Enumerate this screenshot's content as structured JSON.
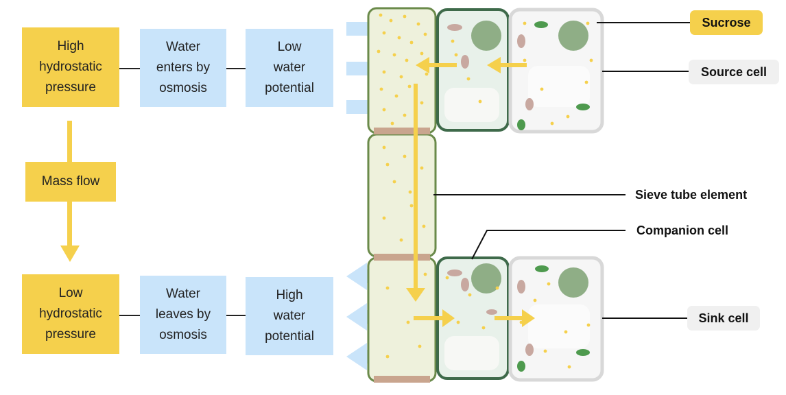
{
  "left": {
    "high_pressure": "High\nhydrostatic\npressure",
    "water_enters": "Water\nenters by\nosmosis",
    "low_potential": "Low\nwater\npotential",
    "mass_flow": "Mass flow",
    "low_pressure": "Low\nhydrostatic\npressure",
    "water_leaves": "Water\nleaves by\nosmosis",
    "high_potential": "High\nwater\npotential"
  },
  "labels": {
    "sucrose": "Sucrose",
    "source_cell": "Source cell",
    "sieve_tube": "Sieve tube element",
    "companion_cell": "Companion cell",
    "sink_cell": "Sink cell"
  },
  "colors": {
    "yellow": "#f5d04c",
    "light_blue": "#c9e4fa",
    "sieve_fill": "#eef1dc",
    "sieve_border": "#6a8a4a",
    "companion_fill": "#e8f1ea",
    "companion_border": "#3e6a4a",
    "source_fill": "#f6f6f6",
    "source_border": "#d8d8d8",
    "nucleus": "#8fae86",
    "mitochondria": "#c8a8a0",
    "chloroplast": "#4e9a4e",
    "sucrose_dot": "#f5d04c"
  }
}
